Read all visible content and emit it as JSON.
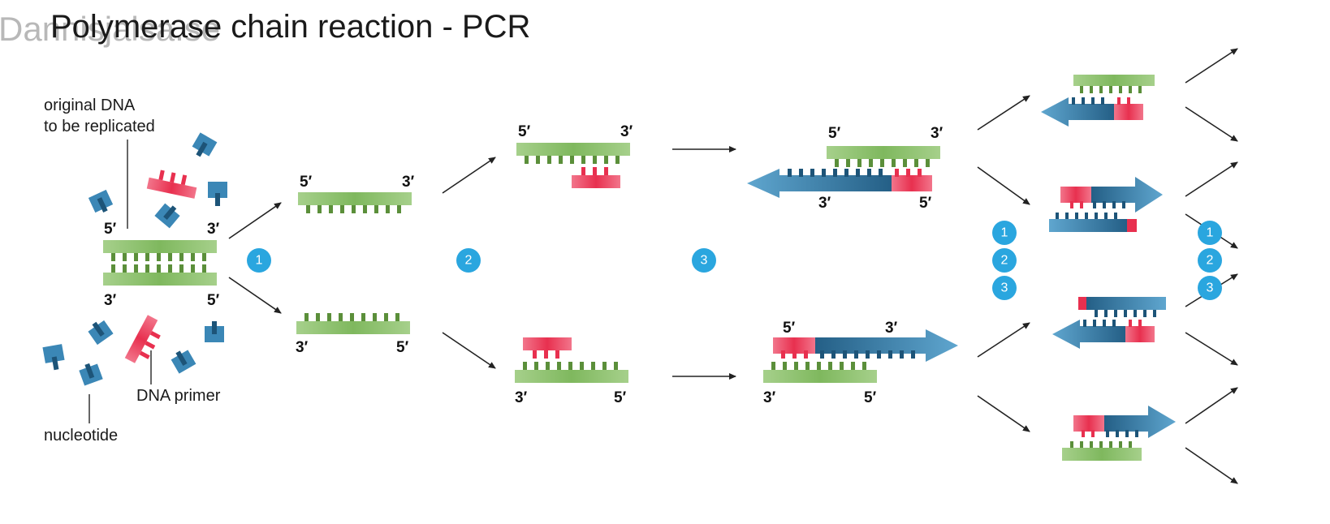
{
  "title": "Polymerase chain reaction - PCR",
  "watermark": "Dannisjalsa.se",
  "labels": {
    "original_dna_line1": "original DNA",
    "original_dna_line2": "to be replicated",
    "dna_primer": "DNA primer",
    "nucleotide": "nucleotide"
  },
  "ends": {
    "five": "5′",
    "three": "3′"
  },
  "steps": {
    "one": "1",
    "two": "2",
    "three": "3"
  },
  "colors": {
    "green": "#8dc26f",
    "green_dark": "#5b8f3a",
    "red": "#e8304f",
    "blue": "#2f7aa8",
    "blue_dark": "#1d5478",
    "step_circle": "#2aa6df",
    "arrow": "#222222"
  }
}
